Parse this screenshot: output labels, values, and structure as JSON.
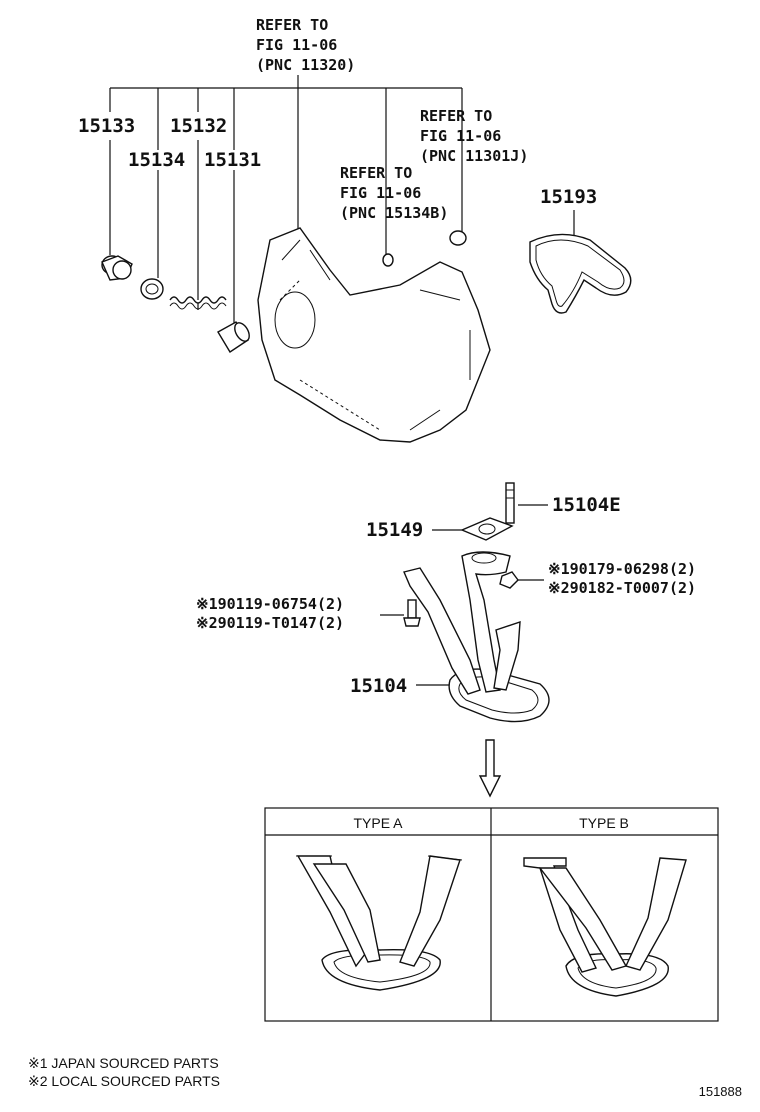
{
  "refer_callouts": {
    "ref_11320": {
      "line1": "REFER TO",
      "line2": "FIG 11-06",
      "line3": "(PNC 11320)"
    },
    "ref_11301j": {
      "line1": "REFER TO",
      "line2": "FIG 11-06",
      "line3": "(PNC 11301J)"
    },
    "ref_15134b": {
      "line1": "REFER TO",
      "line2": "FIG 11-06",
      "line3": "(PNC 15134B)"
    }
  },
  "part_numbers": {
    "p15133": "15133",
    "p15132": "15132",
    "p15134": "15134",
    "p15131": "15131",
    "p15193": "15193",
    "p15104e": "15104E",
    "p15149": "15149",
    "p15104": "15104"
  },
  "bolt_callout": {
    "line1_mark": "※1",
    "line1_part": "90119-06754",
    "line1_qty": "(2)",
    "line2_mark": "※2",
    "line2_part": "90119-T0147",
    "line2_qty": "(2)"
  },
  "nut_callout": {
    "line1_mark": "※1",
    "line1_part": "90179-06298",
    "line1_qty": "(2)",
    "line2_mark": "※2",
    "line2_part": "90182-T0007",
    "line2_qty": "(2)"
  },
  "type_table": {
    "type_a": "TYPE A",
    "type_b": "TYPE B"
  },
  "footnotes": {
    "note1": "※1 JAPAN SOURCED PARTS",
    "note2": "※2 LOCAL SOURCED PARTS"
  },
  "figure_id": "151888"
}
